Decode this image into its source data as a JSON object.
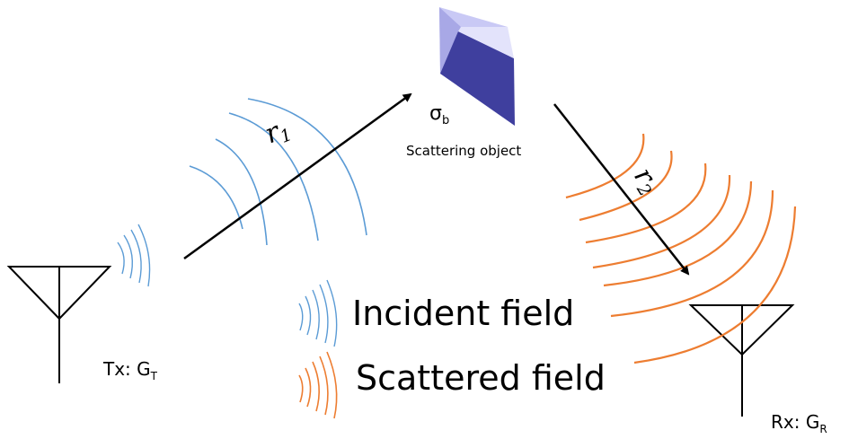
{
  "labels": {
    "sigma": "σ",
    "sigma_sub": "b",
    "scattering_object": "Scattering object",
    "r1": "r",
    "r1_sub": "1",
    "r2": "r",
    "r2_sub": "2",
    "tx": "Tx: G",
    "tx_sub": "T",
    "rx": "Rx: G",
    "rx_sub": "R",
    "incident_field": "Incident field",
    "scattered_field": "Scattered field"
  },
  "colors": {
    "incident": "#5b9bd5",
    "scattered": "#ed7d31",
    "object_dark": "#3f3f9e",
    "object_light": "#c9c9f5",
    "ink": "#000000"
  }
}
